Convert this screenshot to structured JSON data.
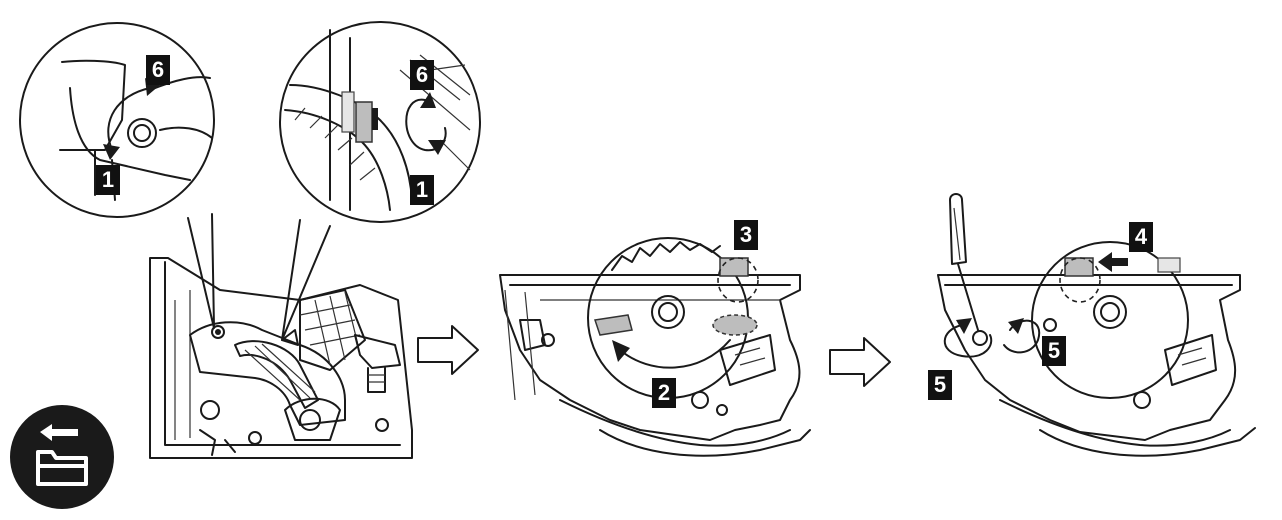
{
  "labels": {
    "step1_top": "6",
    "step1_bottom": "1",
    "zoom2_top": "6",
    "zoom2_bottom": "1",
    "step2": "2",
    "step3": "3",
    "step4": "4",
    "step5_left": "5",
    "step5_right": "5"
  },
  "icons": {
    "back_folder": "back-folder-icon"
  }
}
